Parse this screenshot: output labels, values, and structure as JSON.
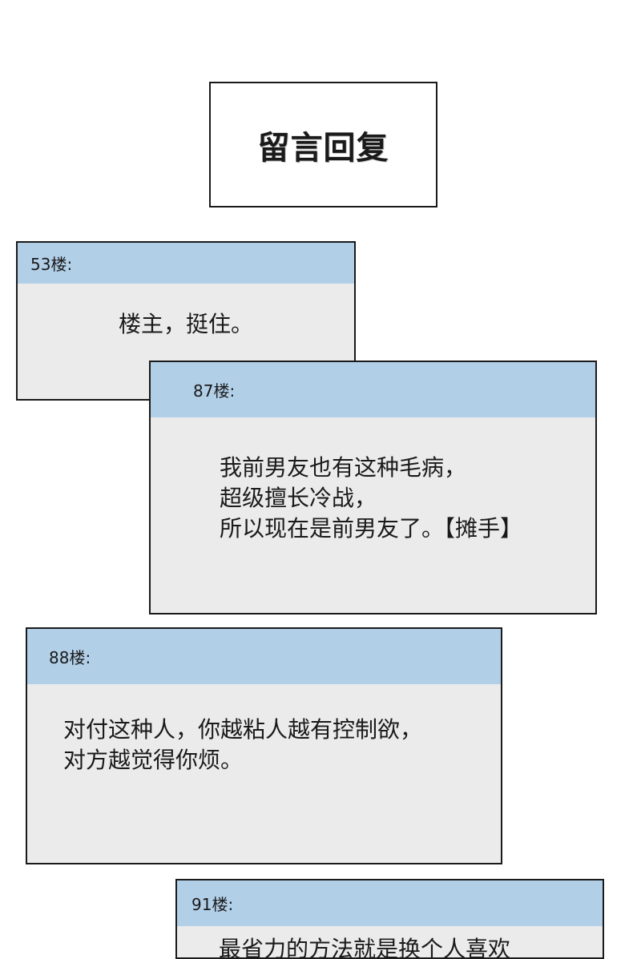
{
  "title": "留言回复",
  "comments": [
    {
      "floor": "53楼:",
      "lines": [
        "楼主，挺住。"
      ]
    },
    {
      "floor": "87楼:",
      "lines": [
        "我前男友也有这种毛病，",
        "超级擅长冷战，",
        "所以现在是前男友了。【摊手】"
      ]
    },
    {
      "floor": "88楼:",
      "lines": [
        "对付这种人，你越粘人越有控制欲，",
        "对方越觉得你烦。"
      ]
    },
    {
      "floor": "91楼:",
      "lines": [
        "最省力的方法就是换个人喜欢"
      ]
    }
  ]
}
